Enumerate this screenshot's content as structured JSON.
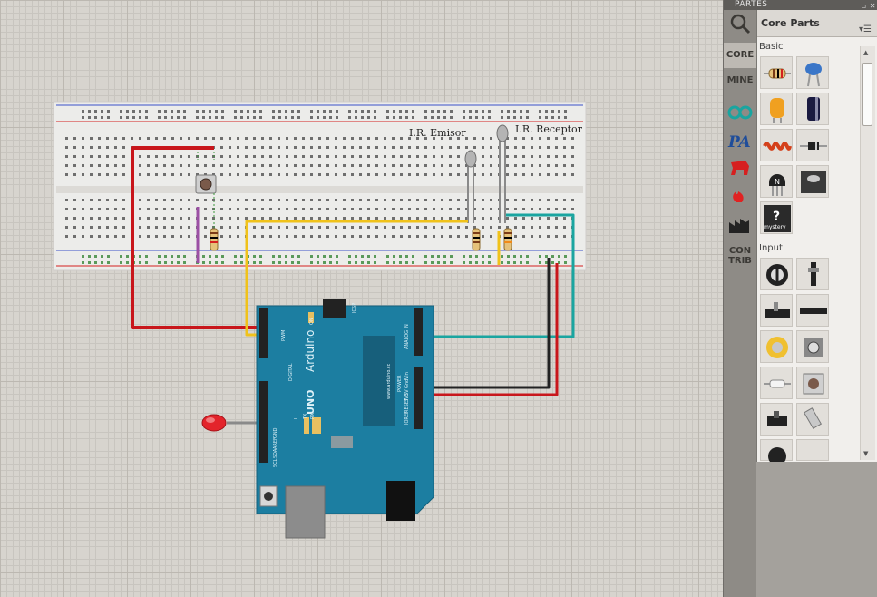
{
  "canvas": {
    "labels": {
      "ir_emitter": "I.R. Emisor",
      "ir_receiver": "I.R. Receptor"
    },
    "arduino": {
      "brand": "Arduino",
      "model": "UNO",
      "website": "www.arduino.cc",
      "digital_label": "DIGITAL",
      "analog_label": "ANALOG IN",
      "power_label": "POWER",
      "pin_labels": {
        "aref": "AREF",
        "gnd": "GND",
        "sda": "SDA",
        "scl": "SCL",
        "tx": "TX",
        "rx": "RX",
        "l": "L",
        "on": "ON",
        "icsp": "ICSP",
        "ioref": "IOREF",
        "reset": "RESET",
        "v33": "3V3",
        "v5": "5V",
        "vin": "Vin",
        "gnd2": "Gnd",
        "pwm": "PWM"
      }
    },
    "wire_colors": {
      "red": "#c8161b",
      "yellow": "#f0c21a",
      "teal": "#1aa5a0",
      "black": "#222222",
      "purple": "#9b4fa4",
      "gray": "#8a8a8a"
    }
  },
  "parts_bin": {
    "window_title": "PARTES",
    "window_buttons": "▫ ✕",
    "tabs": [
      {
        "label": "CORE",
        "active": true
      },
      {
        "label": "MINE",
        "active": false
      },
      {
        "label": "CON\nTRIB",
        "active": false
      }
    ],
    "header_title": "Core Parts",
    "sections": [
      {
        "label": "Basic"
      },
      {
        "label": "Input"
      }
    ],
    "mystery_label": "mystery",
    "scroll_up": "▲",
    "scroll_down": "▼"
  }
}
